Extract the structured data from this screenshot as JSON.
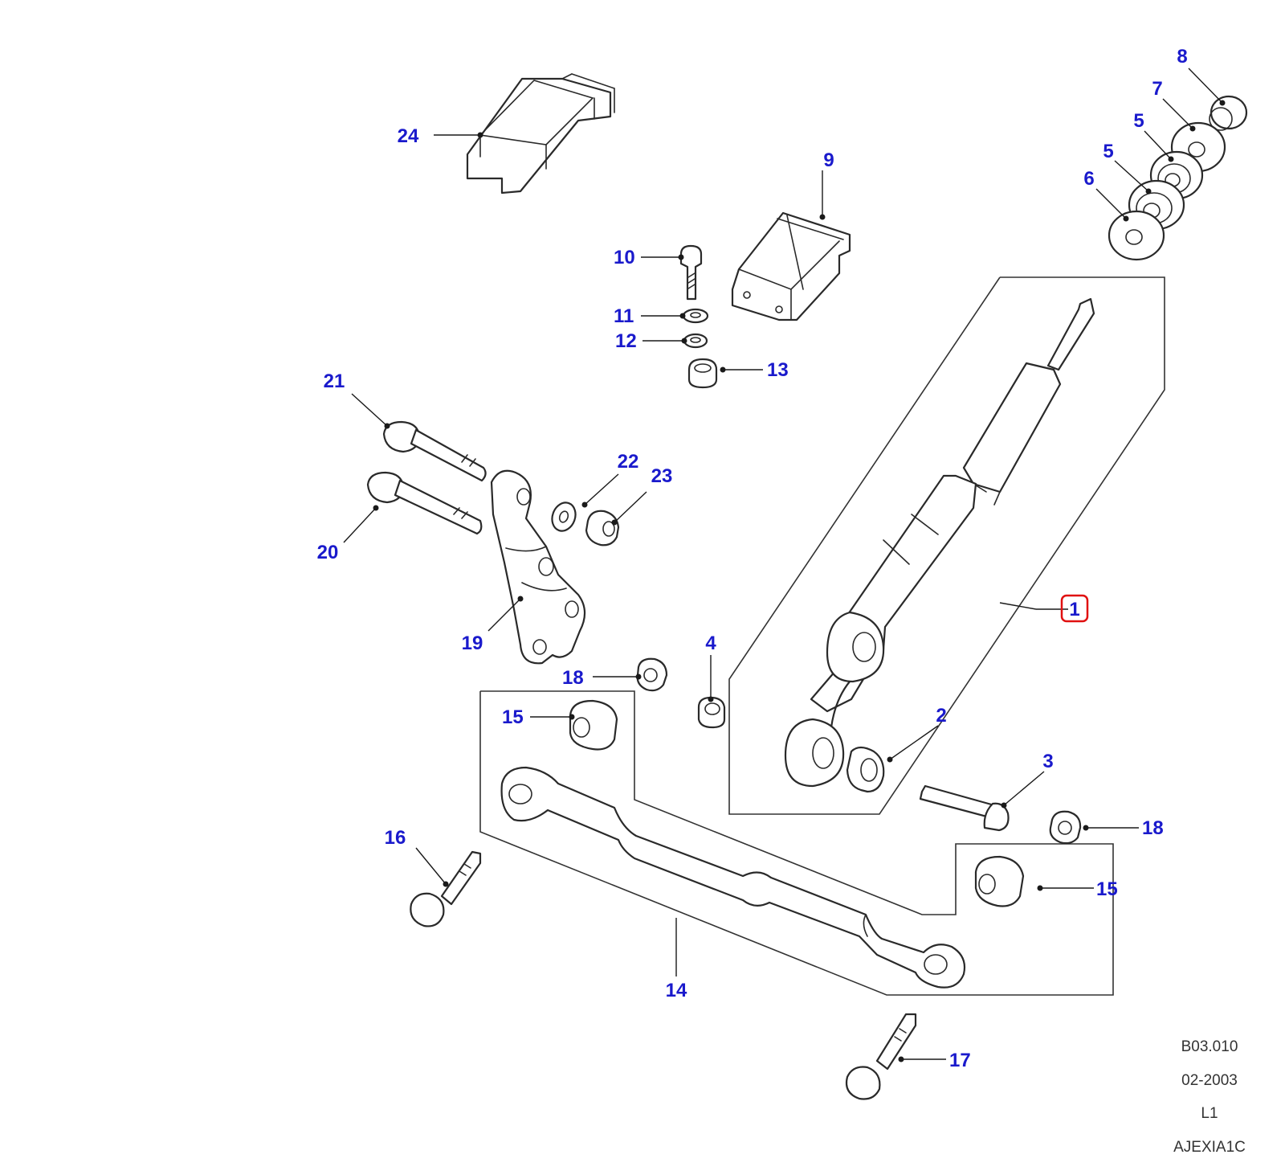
{
  "diagram": {
    "callouts": {
      "c1": "1",
      "c2": "2",
      "c3": "3",
      "c4": "4",
      "c5a": "5",
      "c5b": "5",
      "c6": "6",
      "c7": "7",
      "c8": "8",
      "c9": "9",
      "c10": "10",
      "c11": "11",
      "c12": "12",
      "c13": "13",
      "c14": "14",
      "c15a": "15",
      "c15b": "15",
      "c16": "16",
      "c17": "17",
      "c18a": "18",
      "c18b": "18",
      "c19": "19",
      "c20": "20",
      "c21": "21",
      "c22": "22",
      "c23": "23",
      "c24": "24"
    },
    "selected_callout": "1",
    "colors": {
      "callout": "#1a1acc",
      "highlight": "#e01010"
    }
  },
  "meta": {
    "ref": "B03.010",
    "date": "02-2003",
    "level": "L1",
    "code": "AJEXIA1C"
  }
}
